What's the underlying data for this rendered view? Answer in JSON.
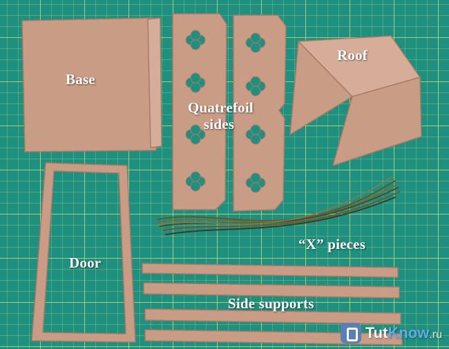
{
  "photo": {
    "subject": "cardboard-house-pieces-on-cutting-mat",
    "colors": {
      "mat": "#1f8f7f",
      "grid": "#e6f078",
      "cardboard": "#c99c86",
      "label": "#ffffff"
    }
  },
  "labels": {
    "base": "Base",
    "quatrefoil_line1": "Quatrefoil",
    "quatrefoil_line2": "sides",
    "roof": "Roof",
    "x_pieces": "“X” pieces",
    "door": "Door",
    "side_supports": "Side supports"
  },
  "watermark": {
    "brand_part1": "Tut",
    "brand_part2": "Know",
    "tld": ".ru"
  }
}
